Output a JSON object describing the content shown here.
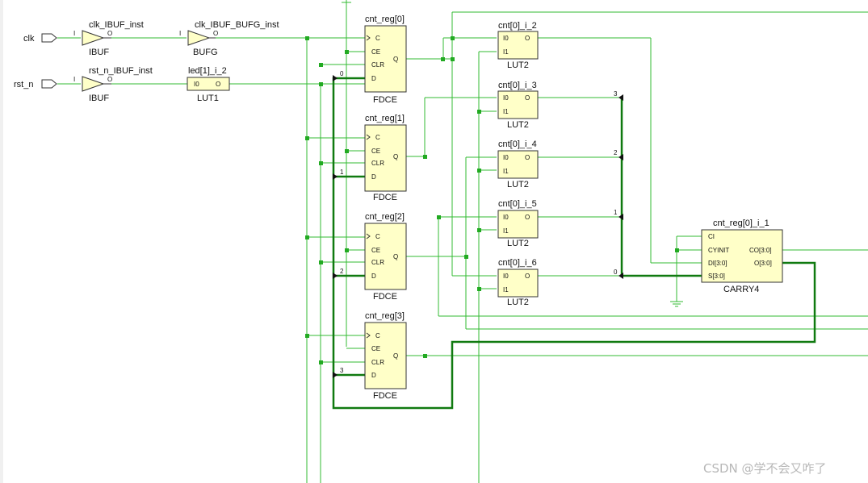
{
  "ports": {
    "clk": "clk",
    "rst_n": "rst_n"
  },
  "ibuf_clk": {
    "name": "clk_IBUF_inst",
    "type": "IBUF",
    "pin_in": "I",
    "pin_out": "O"
  },
  "bufg": {
    "name": "clk_IBUF_BUFG_inst",
    "type": "BUFG",
    "pin_in": "I",
    "pin_out": "O"
  },
  "ibuf_rst": {
    "name": "rst_n_IBUF_inst",
    "type": "IBUF",
    "pin_in": "I",
    "pin_out": "O"
  },
  "lut1": {
    "name": "led[1]_i_2",
    "type": "LUT1",
    "pin_in": "I0",
    "pin_out": "O"
  },
  "ffs": [
    {
      "name": "cnt_reg[0]",
      "type": "FDCE",
      "bit": "0"
    },
    {
      "name": "cnt_reg[1]",
      "type": "FDCE",
      "bit": "1"
    },
    {
      "name": "cnt_reg[2]",
      "type": "FDCE",
      "bit": "2"
    },
    {
      "name": "cnt_reg[3]",
      "type": "FDCE",
      "bit": "3"
    }
  ],
  "ff_pins": {
    "c": "C",
    "ce": "CE",
    "clr": "CLR",
    "d": "D",
    "q": "Q"
  },
  "luts": [
    {
      "name": "cnt[0]_i_2",
      "type": "LUT2"
    },
    {
      "name": "cnt[0]_i_3",
      "type": "LUT2"
    },
    {
      "name": "cnt[0]_i_4",
      "type": "LUT2"
    },
    {
      "name": "cnt[0]_i_5",
      "type": "LUT2"
    },
    {
      "name": "cnt[0]_i_6",
      "type": "LUT2"
    }
  ],
  "lut_pins": {
    "i0": "I0",
    "i1": "I1",
    "o": "O"
  },
  "carry": {
    "name": "cnt_reg[0]_i_1",
    "type": "CARRY4",
    "pins": {
      "ci": "CI",
      "cyinit": "CYINIT",
      "di": "DI[3:0]",
      "s": "S[3:0]",
      "co": "CO[3:0]",
      "o": "O[3:0]"
    }
  },
  "bus_bits": {
    "b3": "3",
    "b2": "2",
    "b1": "1",
    "b0": "0"
  },
  "watermark": "CSDN @学不会又咋了",
  "colors": {
    "wire": "#33bb33",
    "bus": "#107a10",
    "cell_fill": "#ffffc8"
  }
}
